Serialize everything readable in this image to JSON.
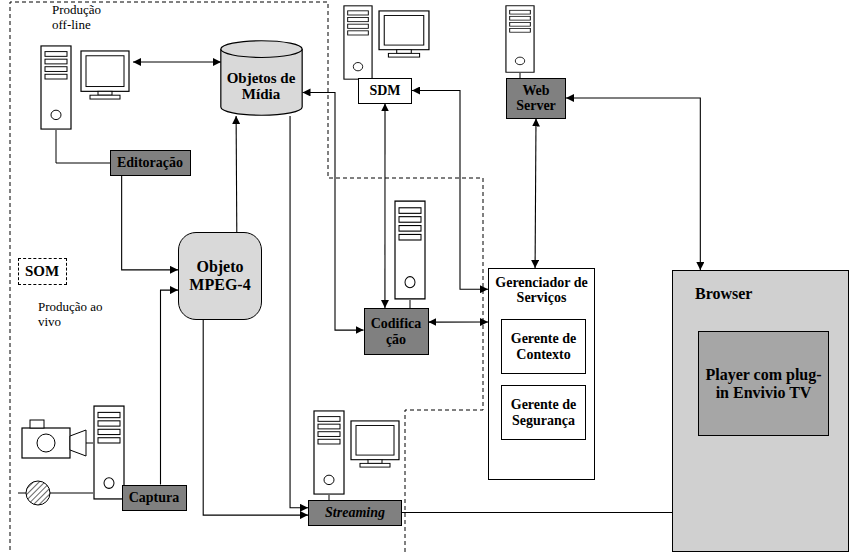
{
  "diagram": {
    "nodes": [
      {
        "text": [
          "Objetos de Mídia"
        ]
      },
      {
        "text": [
          "Editoração"
        ]
      },
      {
        "text": [
          "SOM"
        ]
      },
      {
        "text": [
          "Objeto MPEG-4"
        ]
      },
      {
        "text": [
          "SDM"
        ]
      },
      {
        "text": [
          "Codifica ção"
        ]
      },
      {
        "text": [
          "Web Server"
        ]
      },
      {
        "text": [
          "Gerenciador de Serviços"
        ]
      },
      {
        "text": [
          "Gerente de Contexto"
        ],
        "in": 7
      },
      {
        "text": [
          "Gerente de Segurança"
        ],
        "in": 7
      },
      {
        "text": [
          "Browser"
        ]
      },
      {
        "text": [
          "Player com plug-in Envivio TV"
        ],
        "in": 10
      },
      {
        "text": [
          "Captura"
        ]
      },
      {
        "text": [
          "Streaming"
        ]
      }
    ],
    "edges": [
      {
        "from": 1,
        "to": 3,
        "arrow": "to"
      },
      {
        "from": 3,
        "to": 0,
        "arrow": "to"
      },
      {
        "from": 12,
        "to": 3,
        "arrow": "to"
      },
      {
        "from": 0,
        "to": 13,
        "arrow": "to"
      },
      {
        "from": 3,
        "to": 13,
        "arrow": "to"
      },
      {
        "from": 0,
        "to": 5,
        "arrow": "both"
      },
      {
        "from": 5,
        "to": 4,
        "arrow": "both"
      },
      {
        "from": 4,
        "to": 7,
        "arrow": "both"
      },
      {
        "from": 5,
        "to": 7,
        "arrow": "both"
      },
      {
        "from": 6,
        "to": 7,
        "arrow": "both"
      },
      {
        "from": 6,
        "to": 10,
        "arrow": "both"
      },
      {
        "from": 13,
        "to": 11,
        "arrow": "to"
      }
    ],
    "labels": [
      "Produção off-line",
      "Produção ao vivo"
    ]
  }
}
